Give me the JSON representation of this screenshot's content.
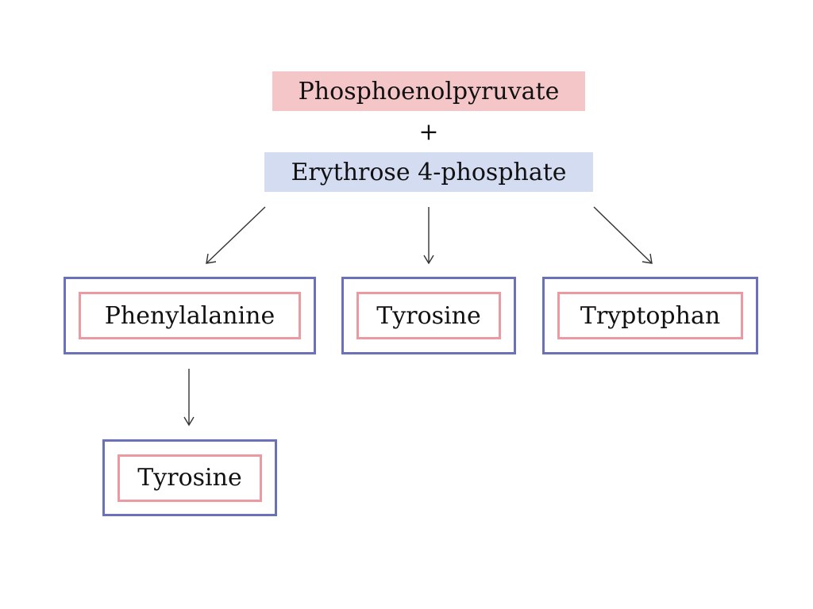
{
  "diagram": {
    "reactant_1": "Phosphoenolpyruvate",
    "operator": "+",
    "reactant_2": "Erythrose 4-phosphate",
    "products": [
      {
        "label": "Phenylalanine"
      },
      {
        "label": "Tyrosine"
      },
      {
        "label": "Tryptophan"
      }
    ],
    "secondary_product": {
      "from": "Phenylalanine",
      "label": "Tyrosine"
    }
  },
  "colors": {
    "reactant_1_bg": "#f5c6c8",
    "reactant_2_bg": "#d4dcf1",
    "outer_border": "#6a71b8",
    "inner_border": "#ea9aa0",
    "arrow": "#333333"
  }
}
